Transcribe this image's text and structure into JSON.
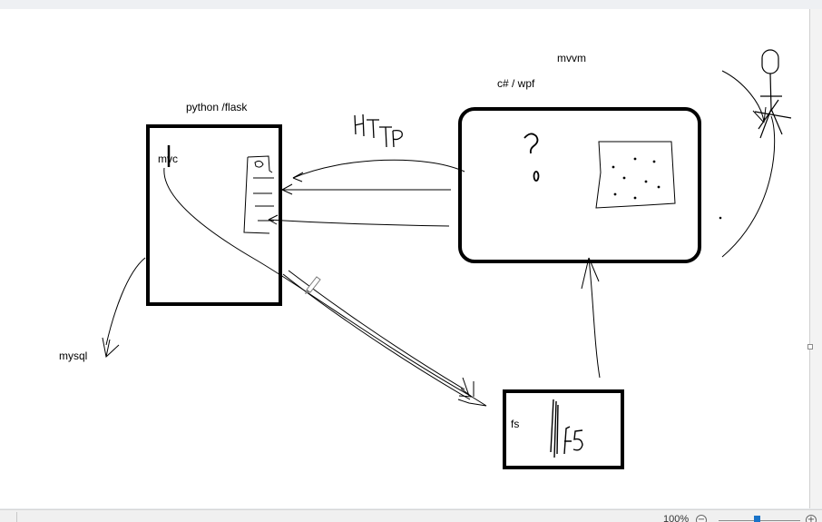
{
  "labels": {
    "mvvm": "mvvm",
    "csharp_wpf": "c# / wpf",
    "python_flask": "python  /flask",
    "mvc": "mvc",
    "mysql": "mysql",
    "fs": "fs"
  },
  "handwriting": {
    "http": "HTTP",
    "question": "?",
    "zero": "0",
    "fs_scribble": "f5"
  },
  "statusbar": {
    "zoom_level": "100%",
    "zoom_out": "−",
    "zoom_in": "+",
    "zoom_fraction": 0.45
  },
  "colors": {
    "ink": "#000000",
    "canvas": "#ffffff",
    "accent": "#1a73c8"
  }
}
